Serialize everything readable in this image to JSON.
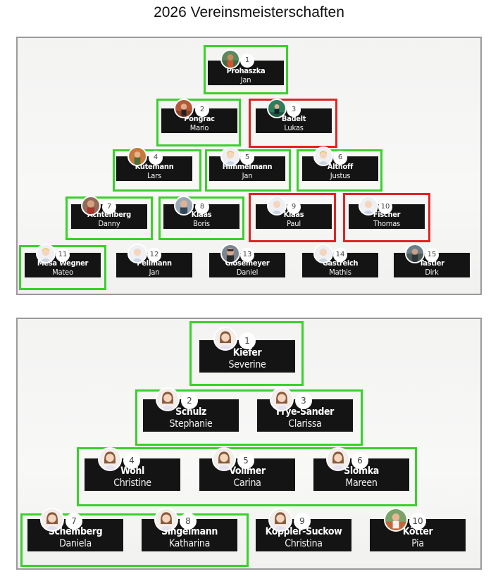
{
  "page_title": "2026 Vereinsmeisterschaften",
  "colors": {
    "highlight_green": "#39d12a",
    "highlight_red": "#e02424",
    "card": "#141414"
  },
  "men": [
    {
      "rank": "1",
      "last": "Prohaszka",
      "first": "Jan",
      "avatar": "photo-outdoor-icon",
      "status": "green"
    },
    {
      "rank": "2",
      "last": "Pongrac",
      "first": "Mario",
      "avatar": "photo-tennis-icon",
      "status": "green"
    },
    {
      "rank": "3",
      "last": "Badelt",
      "first": "Lukas",
      "avatar": "photo-court-icon",
      "status": "red"
    },
    {
      "rank": "4",
      "last": "Kütemann",
      "first": "Lars",
      "avatar": "photo-tennis-icon",
      "status": "green"
    },
    {
      "rank": "5",
      "last": "Himmelmann",
      "first": "Jan",
      "avatar": "male-blond-placeholder-icon",
      "status": "green"
    },
    {
      "rank": "6",
      "last": "Althoff",
      "first": "Justus",
      "avatar": "male-blond-placeholder-icon",
      "status": "green"
    },
    {
      "rank": "7",
      "last": "Achtenberg",
      "first": "Danny",
      "avatar": "photo-portrait-icon",
      "status": "green"
    },
    {
      "rank": "8",
      "last": "Klaas",
      "first": "Boris",
      "avatar": "photo-portrait-icon",
      "status": "green"
    },
    {
      "rank": "9",
      "last": "Klaas",
      "first": "Paul",
      "avatar": "male-placeholder-icon",
      "status": "red"
    },
    {
      "rank": "10",
      "last": "Fischer",
      "first": "Thomas",
      "avatar": "male-placeholder-icon",
      "status": "red"
    },
    {
      "rank": "11",
      "last": "Mesa Wegner",
      "first": "Mateo",
      "avatar": "male-blond-placeholder-icon",
      "status": "green"
    },
    {
      "rank": "12",
      "last": "Pellmann",
      "first": "Jan",
      "avatar": "male-placeholder-icon",
      "status": "none"
    },
    {
      "rank": "13",
      "last": "Glosemeyer",
      "first": "Daniel",
      "avatar": "photo-portrait-icon",
      "status": "none"
    },
    {
      "rank": "14",
      "last": "Gastreich",
      "first": "Mathis",
      "avatar": "male-placeholder-icon",
      "status": "none"
    },
    {
      "rank": "15",
      "last": "Tastler",
      "first": "Dirk",
      "avatar": "photo-outdoor-icon",
      "status": "none"
    }
  ],
  "women": [
    {
      "rank": "1",
      "last": "Kiefer",
      "first": "Severine",
      "avatar": "female-placeholder-icon",
      "status": "green"
    },
    {
      "rank": "2",
      "last": "Schulz",
      "first": "Stephanie",
      "avatar": "female-placeholder-icon",
      "status": "green"
    },
    {
      "rank": "3",
      "last": "Frye-Sander",
      "first": "Clarissa",
      "avatar": "female-placeholder-icon",
      "status": "green"
    },
    {
      "rank": "4",
      "last": "Wohl",
      "first": "Christine",
      "avatar": "female-placeholder-icon",
      "status": "green"
    },
    {
      "rank": "5",
      "last": "Vollmer",
      "first": "Carina",
      "avatar": "female-placeholder-icon",
      "status": "green"
    },
    {
      "rank": "6",
      "last": "Slomka",
      "first": "Mareen",
      "avatar": "female-placeholder-icon",
      "status": "green"
    },
    {
      "rank": "7",
      "last": "Schemberg",
      "first": "Daniela",
      "avatar": "female-placeholder-icon",
      "status": "green"
    },
    {
      "rank": "8",
      "last": "Singelmann",
      "first": "Katharina",
      "avatar": "female-placeholder-icon",
      "status": "green"
    },
    {
      "rank": "9",
      "last": "Köppler-Suckow",
      "first": "Christina",
      "avatar": "female-placeholder-icon",
      "status": "none"
    },
    {
      "rank": "10",
      "last": "Kötter",
      "first": "Pia",
      "avatar": "photo-tennis-icon",
      "status": "none"
    }
  ]
}
